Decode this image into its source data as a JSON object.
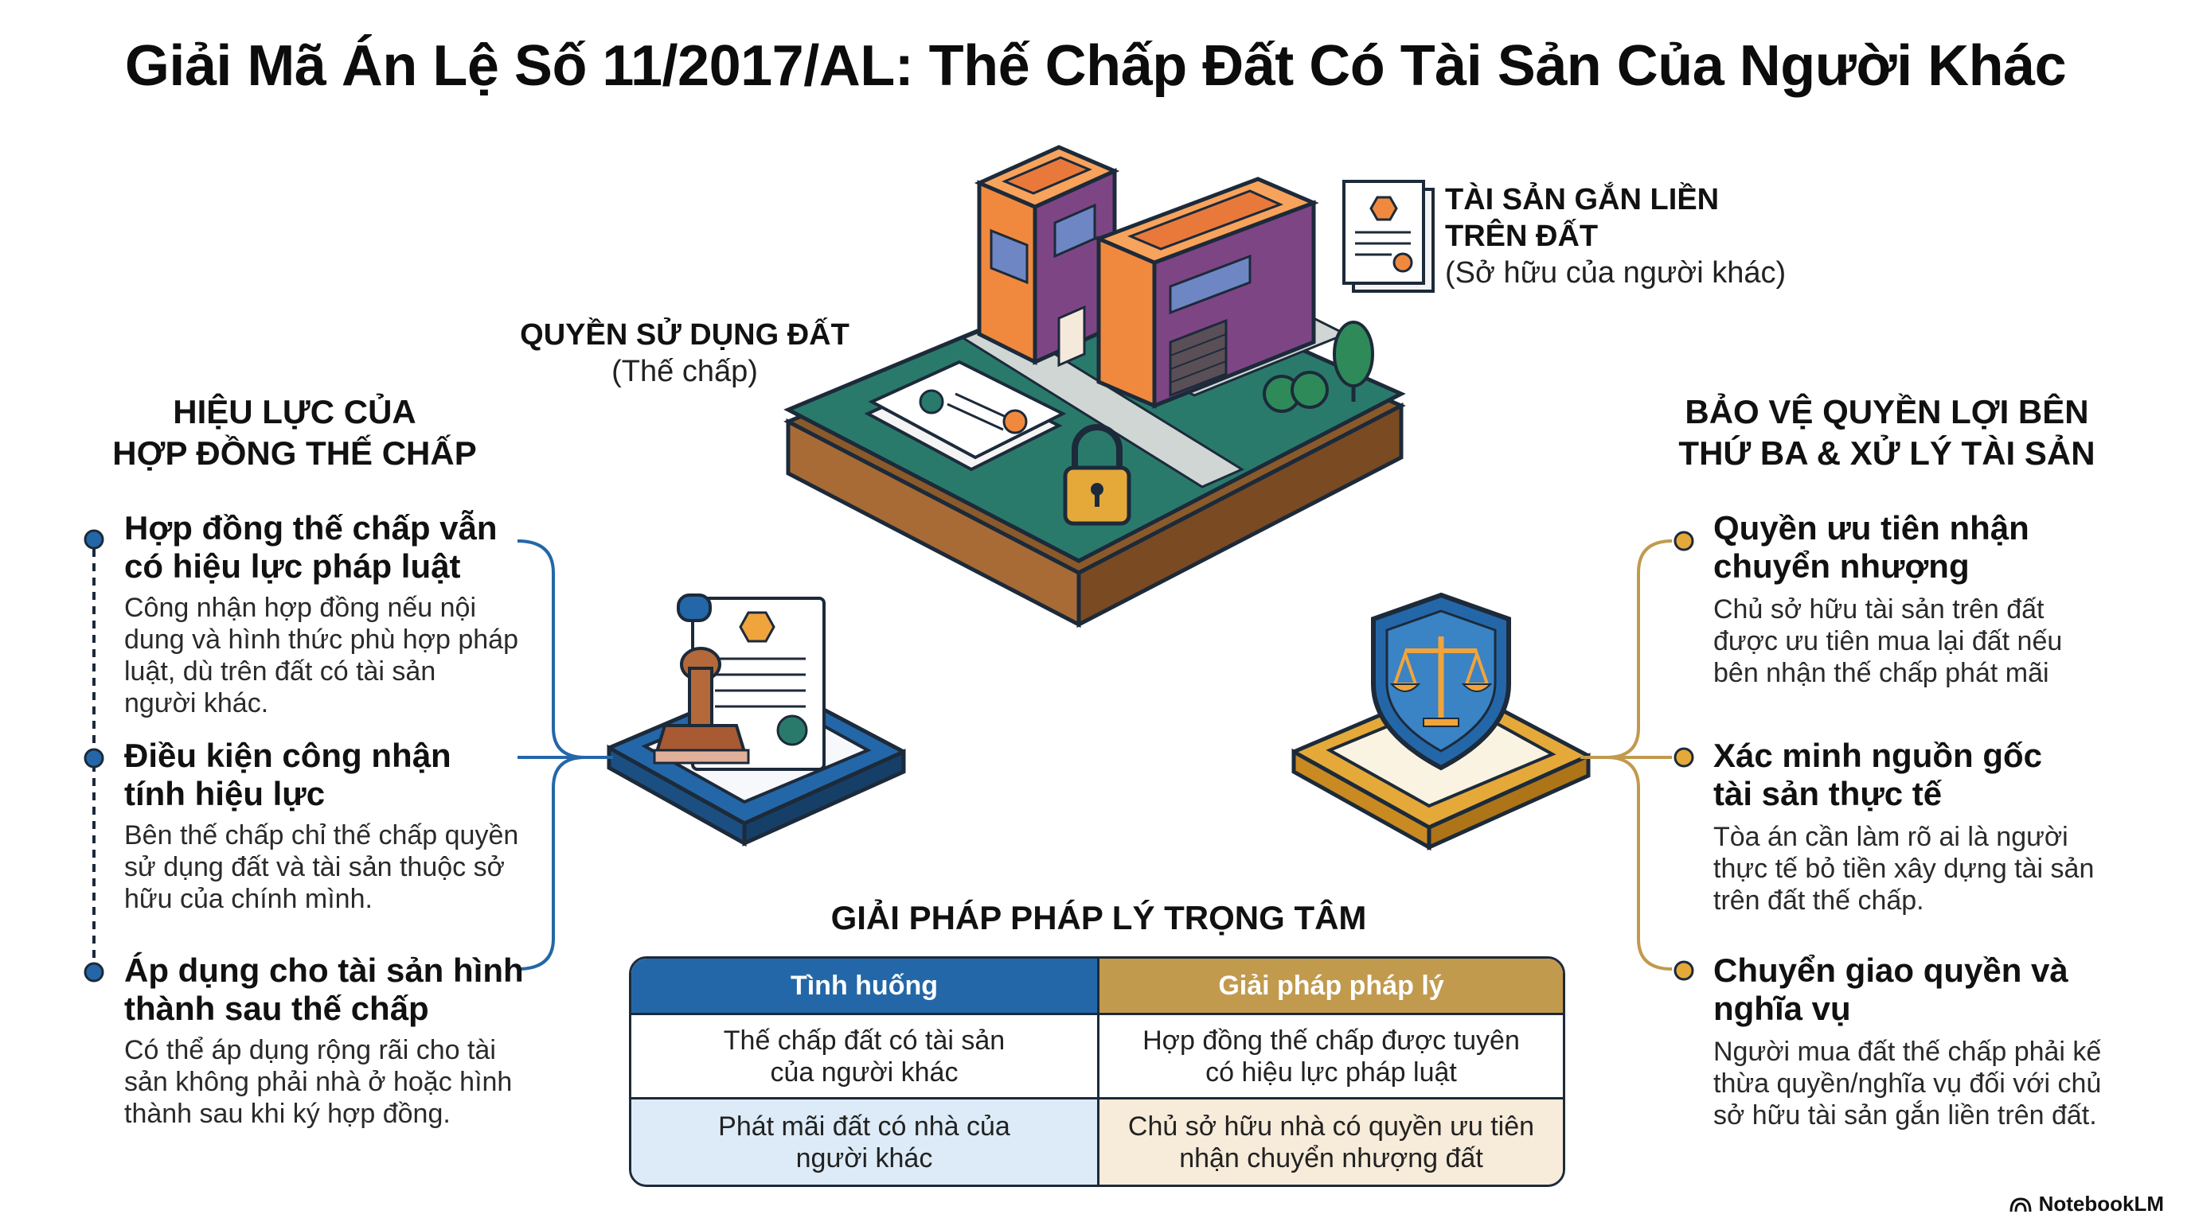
{
  "title": "Giải Mã Án Lệ Số 11/2017/AL: Thế Chấp Đất Có Tài Sản Của Người Khác",
  "center": {
    "land_label": "QUYỀN SỬ DỤNG ĐẤT",
    "land_sub": "(Thế chấp)",
    "asset_label_1": "TÀI SẢN GẮN LIỀN",
    "asset_label_2": "TRÊN ĐẤT",
    "asset_sub": "(Sở hữu của người khác)"
  },
  "left": {
    "heading_1": "HIỆU LỰC CỦA",
    "heading_2": "HỢP ĐỒNG THẾ CHẤP",
    "items": [
      {
        "title": [
          "Hợp đồng thế chấp vẫn",
          "có hiệu lực pháp luật"
        ],
        "desc": [
          "Công nhận hợp đồng nếu nội",
          "dung và hình thức phù hợp pháp",
          "luật, dù trên đất có tài sản",
          "người khác."
        ]
      },
      {
        "title": [
          "Điều kiện công nhận",
          "tính hiệu lực"
        ],
        "desc": [
          "Bên thế chấp chỉ thế chấp quyền",
          "sử dụng đất và tài sản thuộc sở",
          "hữu của chính mình."
        ]
      },
      {
        "title": [
          "Áp dụng cho tài sản hình",
          "thành sau thế chấp"
        ],
        "desc": [
          "Có thể áp dụng rộng rãi cho tài",
          "sản không phải nhà ở hoặc hình",
          "thành sau khi ký hợp đồng."
        ]
      }
    ]
  },
  "right": {
    "heading_1": "BẢO VỆ QUYỀN LỢI BÊN",
    "heading_2": "THỨ BA & XỬ LÝ TÀI SẢN",
    "items": [
      {
        "title": [
          "Quyền ưu tiên nhận",
          "chuyển nhượng"
        ],
        "desc": [
          "Chủ sở hữu tài sản trên đất",
          "được ưu tiên mua lại đất nếu",
          "bên nhận thế chấp phát mãi"
        ]
      },
      {
        "title": [
          "Xác minh nguồn gốc",
          "tài sản thực tế"
        ],
        "desc": [
          "Tòa án cần làm rõ ai là người",
          "thực tế bỏ tiền xây dựng tài sản",
          "trên đất thế chấp."
        ]
      },
      {
        "title": [
          "Chuyển giao quyền và",
          "nghĩa vụ"
        ],
        "desc": [
          "Người mua đất thế chấp phải kế",
          "thừa quyền/nghĩa vụ đối với chủ",
          "sở hữu tài sản gắn liền trên đất."
        ]
      }
    ]
  },
  "solution": {
    "title": "GIẢI PHÁP PHÁP LÝ TRỌNG TÂM",
    "headers": [
      "Tình huống",
      "Giải pháp pháp lý"
    ],
    "rows": [
      [
        [
          "Thế chấp đất có tài sản",
          "của người khác"
        ],
        [
          "Hợp đồng thế chấp được tuyên",
          "có hiệu lực pháp luật"
        ]
      ],
      [
        [
          "Phát mãi đất có nhà của",
          "người khác"
        ],
        [
          "Chủ sở hữu nhà có quyền ưu tiên",
          "nhận chuyển nhượng đất"
        ]
      ]
    ]
  },
  "brand": "NotebookLM",
  "colors": {
    "blue": "#2467a8",
    "gold": "#c19a4e",
    "navy": "#1c2a3a",
    "green": "#2a7a6c",
    "orange": "#f0893e",
    "purple": "#7e4585"
  },
  "icons": [
    "house-icon",
    "certificate-icon",
    "padlock-icon",
    "document-icon",
    "stamp-icon",
    "shield-scales-icon",
    "notebooklm-logo-icon"
  ]
}
